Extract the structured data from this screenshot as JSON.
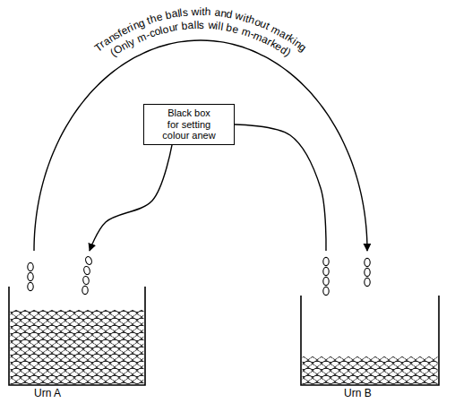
{
  "diagram": {
    "nodes": [
      {
        "text": [
          "Black box for setting colour anew"
        ]
      },
      {
        "text": [
          "Urn A"
        ]
      },
      {
        "text": [
          "Urn B"
        ]
      }
    ],
    "edges": [
      {
        "from": 1,
        "to": 2,
        "arrow": "to",
        "label": "Transfering the balls with and without marking (Only m-colour balls will be m-marked)"
      },
      {
        "from": 2,
        "to": 0,
        "arrow": "none"
      },
      {
        "from": 0,
        "to": 1,
        "arrow": "to"
      }
    ]
  }
}
